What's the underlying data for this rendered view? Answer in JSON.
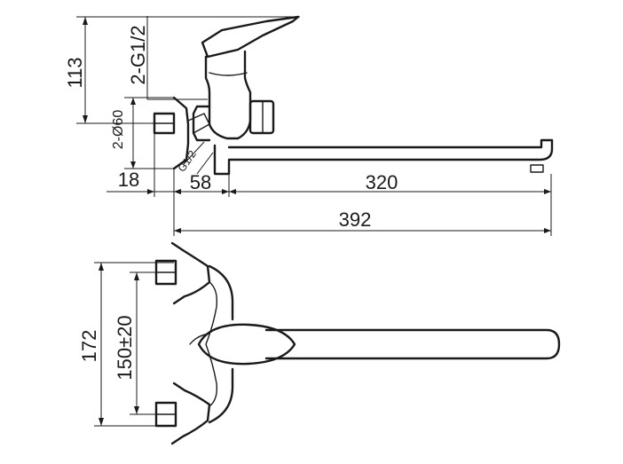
{
  "dimensions": {
    "height_113": "113",
    "thread_pair": "2-G1/2",
    "diameter_pair": "2-Ø60",
    "thread_small": "G1/2",
    "offset_18": "18",
    "offset_58": "58",
    "spout_320": "320",
    "total_392": "392",
    "height_172": "172",
    "spacing_150": "150±20"
  }
}
